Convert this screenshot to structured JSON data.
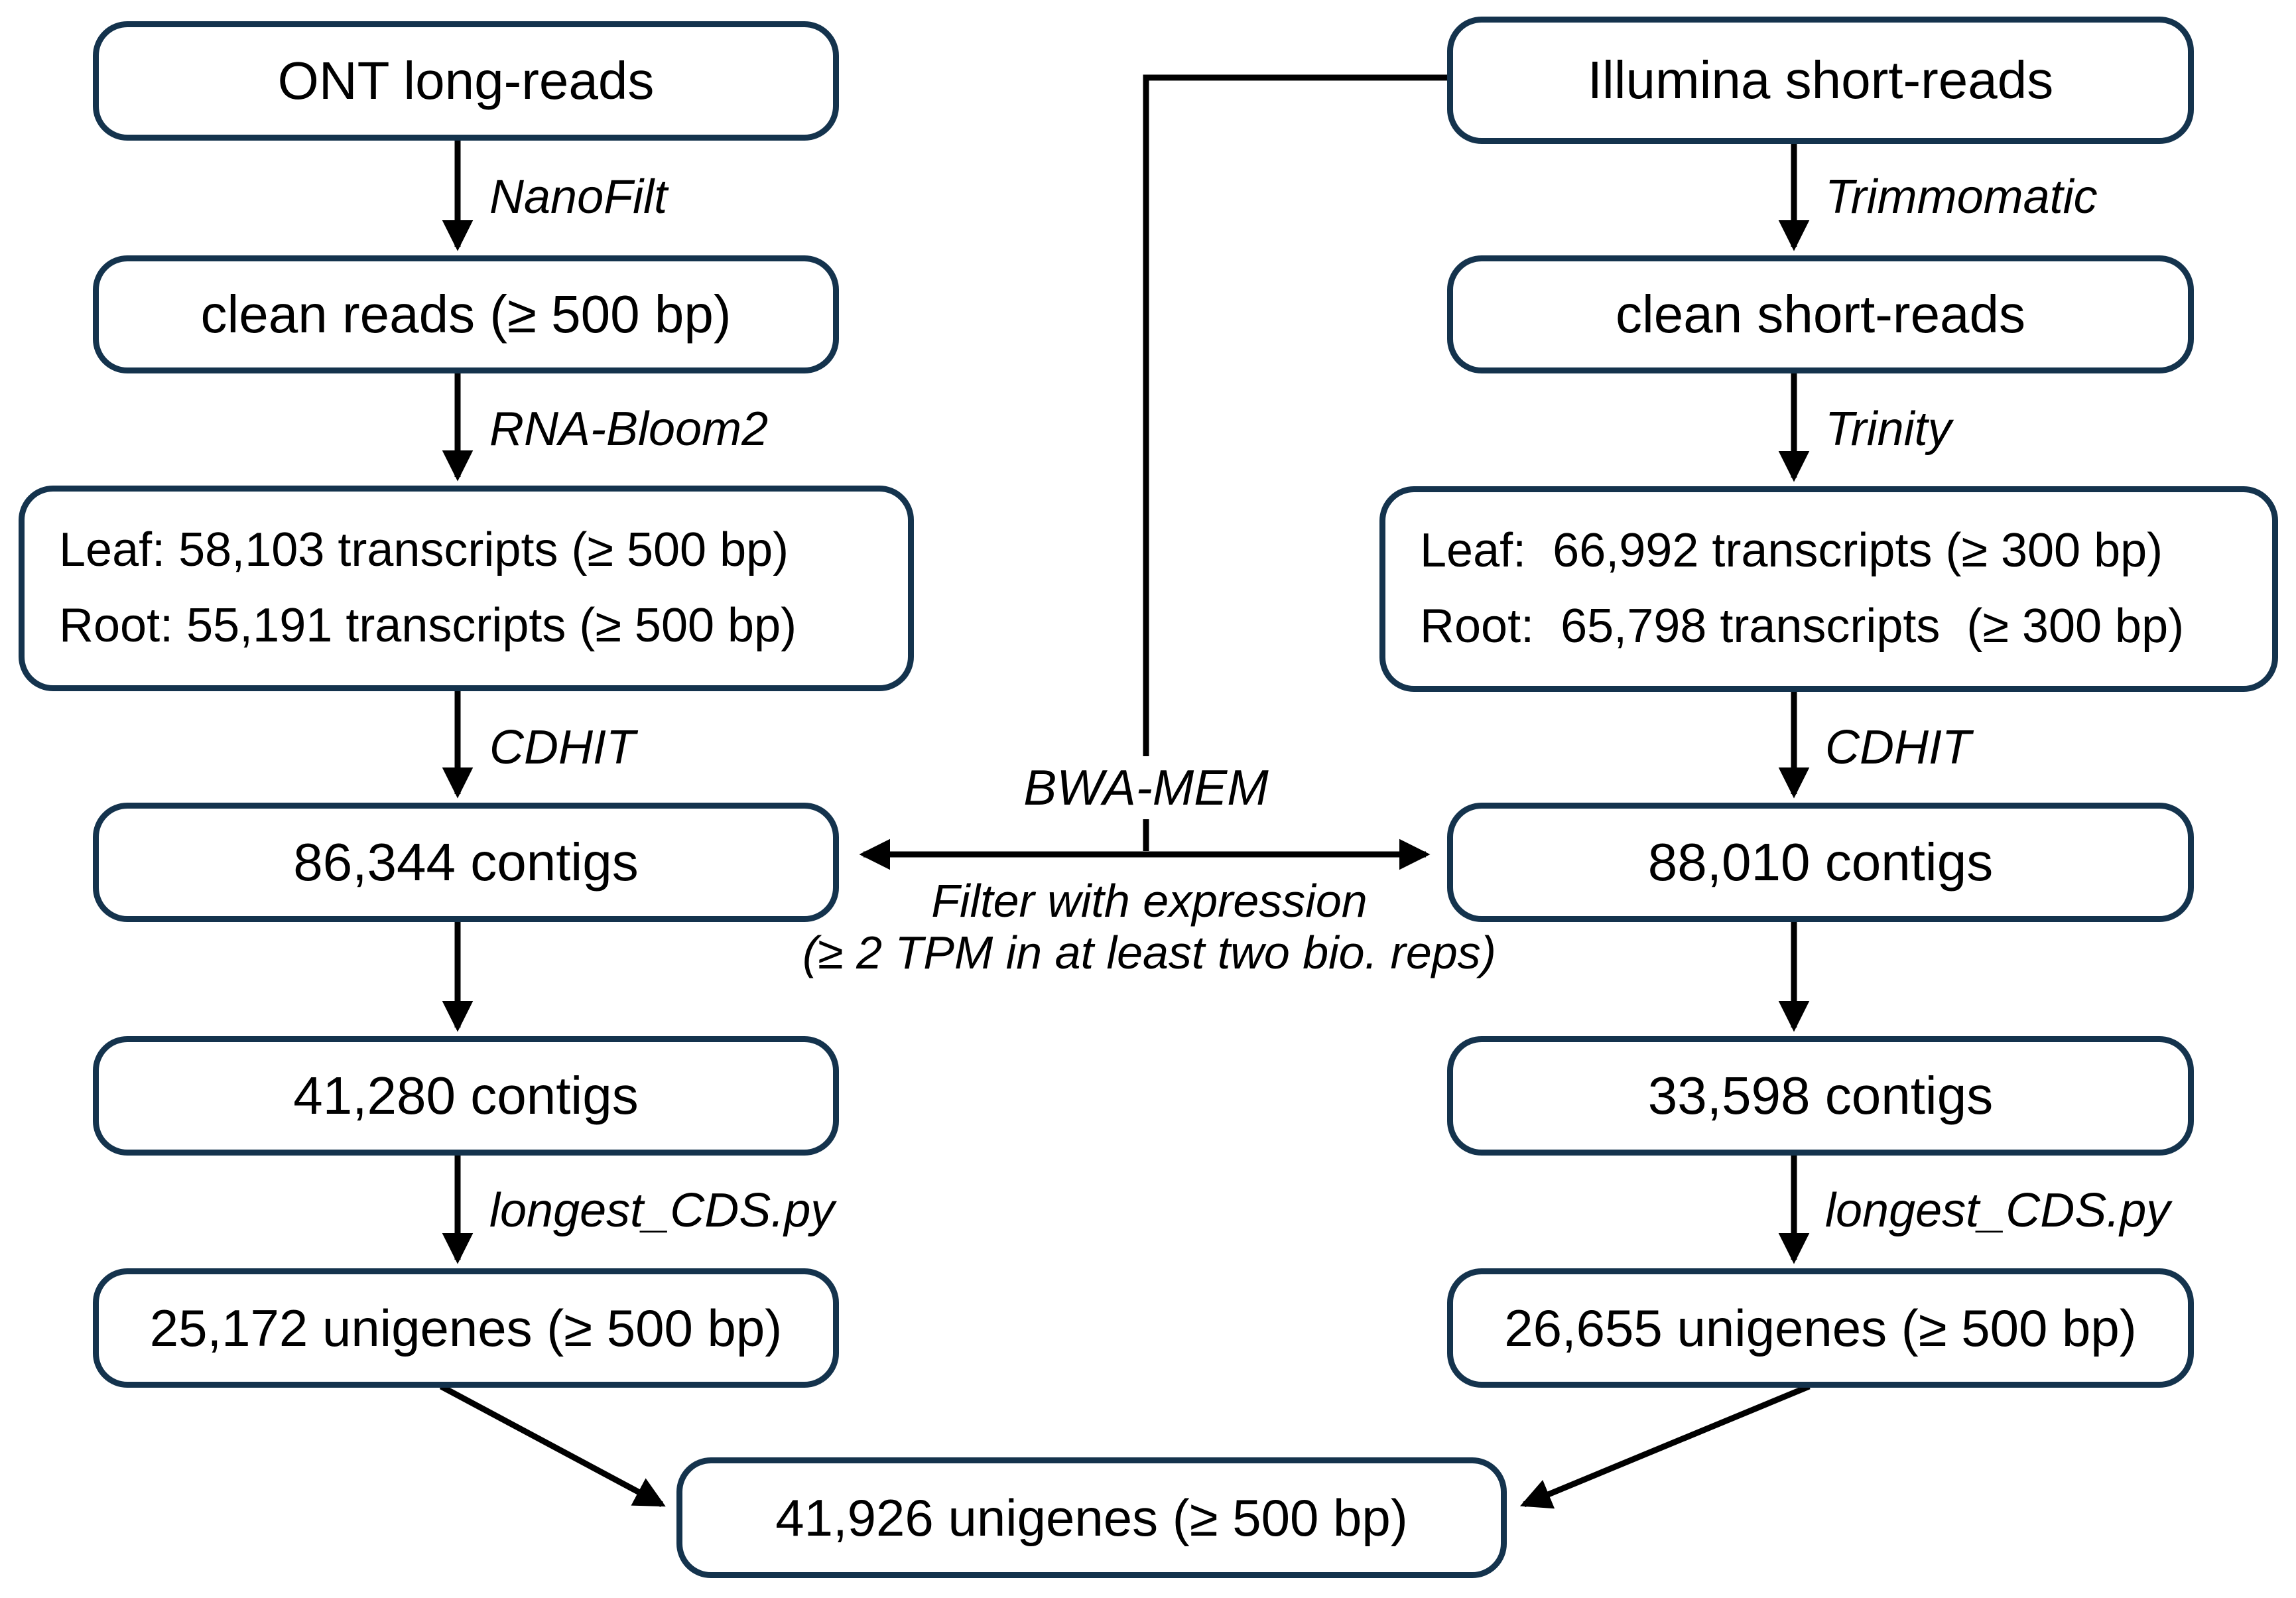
{
  "colors": {
    "box_border": "#14334d",
    "box_fill": "#ffffff",
    "line": "#000000"
  },
  "flowchart": {
    "left_branch": {
      "source_label": "ONT long-reads",
      "filter_tool": "NanoFilt",
      "clean_label": "clean reads (≥ 500 bp)",
      "assembly_tool": "RNA-Bloom2",
      "transcripts_leaf": "Leaf: 58,103 transcripts (≥ 500 bp)",
      "transcripts_root": "Root: 55,191 transcripts (≥ 500 bp)",
      "cluster_tool": "CDHIT",
      "contigs_label": "86,344 contigs",
      "filtered_contigs_label": "41,280 contigs",
      "cds_tool": "longest_CDS.py",
      "unigenes_label": "25,172 unigenes (≥ 500 bp)"
    },
    "right_branch": {
      "source_label": "Illumina short-reads",
      "filter_tool": "Trimmomatic",
      "clean_label": "clean short-reads",
      "assembly_tool": "Trinity",
      "transcripts_leaf": "Leaf:  66,992 transcripts (≥ 300 bp)",
      "transcripts_root": "Root:  65,798 transcripts  (≥ 300 bp)",
      "cluster_tool": "CDHIT",
      "contigs_label": "88,010 contigs",
      "filtered_contigs_label": "33,598 contigs",
      "cds_tool": "longest_CDS.py",
      "unigenes_label": "26,655 unigenes (≥ 500 bp)"
    },
    "center": {
      "mapping_tool": "BWA-MEM",
      "filter_note_line1": "Filter with expression",
      "filter_note_line2": "(≥ 2 TPM in at least two bio. reps)"
    },
    "merged": {
      "total_unigenes_label": "41,926 unigenes (≥ 500 bp)"
    }
  }
}
